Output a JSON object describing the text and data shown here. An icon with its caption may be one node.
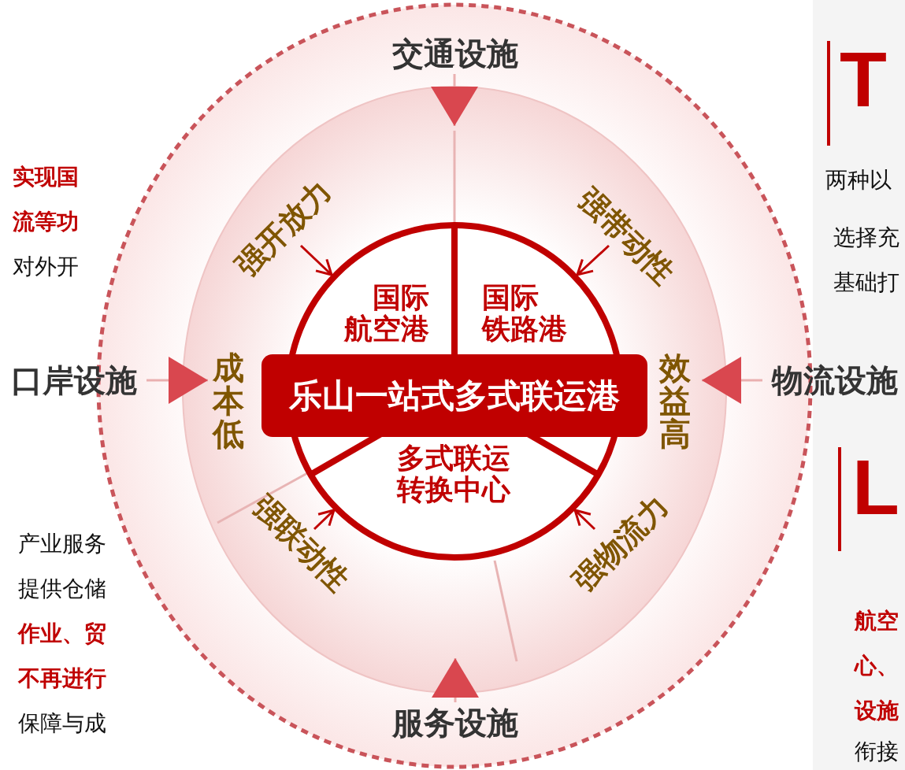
{
  "diagram": {
    "nodes": [
      {
        "text": [],
        "shape": "circle"
      },
      {
        "text": [
          "国际航空港"
        ],
        "in": 0
      },
      {
        "text": [
          "国际铁路港"
        ],
        "in": 0
      },
      {
        "text": [
          "多式联运转换中心"
        ],
        "in": 0
      },
      {
        "text": [
          "乐山一站式多式联运港"
        ]
      },
      {
        "text": [
          "交通设施"
        ]
      },
      {
        "text": [
          "口岸设施"
        ]
      },
      {
        "text": [
          "物流设施"
        ]
      },
      {
        "text": [
          "服务设施"
        ]
      },
      {
        "text": [
          "强开放力"
        ]
      },
      {
        "text": [
          "强带动性"
        ]
      },
      {
        "text": [
          "强联动性"
        ]
      },
      {
        "text": [
          "强物流力"
        ]
      },
      {
        "text": [
          "成本低"
        ]
      },
      {
        "text": [
          "效益高"
        ]
      }
    ],
    "edges": [
      {
        "from": 5,
        "to": null,
        "arrow": "to"
      },
      {
        "from": 6,
        "to": 13,
        "arrow": "to"
      },
      {
        "from": 7,
        "to": 14,
        "arrow": "to"
      },
      {
        "from": 8,
        "to": null,
        "arrow": "to"
      },
      {
        "from": 9,
        "to": 0,
        "arrow": "to",
        "color": "#c00000"
      },
      {
        "from": 10,
        "to": 0,
        "arrow": "to",
        "color": "#c00000"
      },
      {
        "from": 11,
        "to": 0,
        "arrow": "to",
        "color": "#c00000"
      },
      {
        "from": 12,
        "to": 0,
        "arrow": "to",
        "color": "#c00000"
      }
    ],
    "labels": [
      "实现国",
      "流等功",
      "对外开",
      "产业服务",
      "提供仓储",
      "作业、贸",
      "不再进行",
      "保障与成",
      "T",
      "两种以",
      "选择充",
      "基础打",
      "L",
      "航空",
      "心、",
      "设施",
      "衔接"
    ]
  }
}
